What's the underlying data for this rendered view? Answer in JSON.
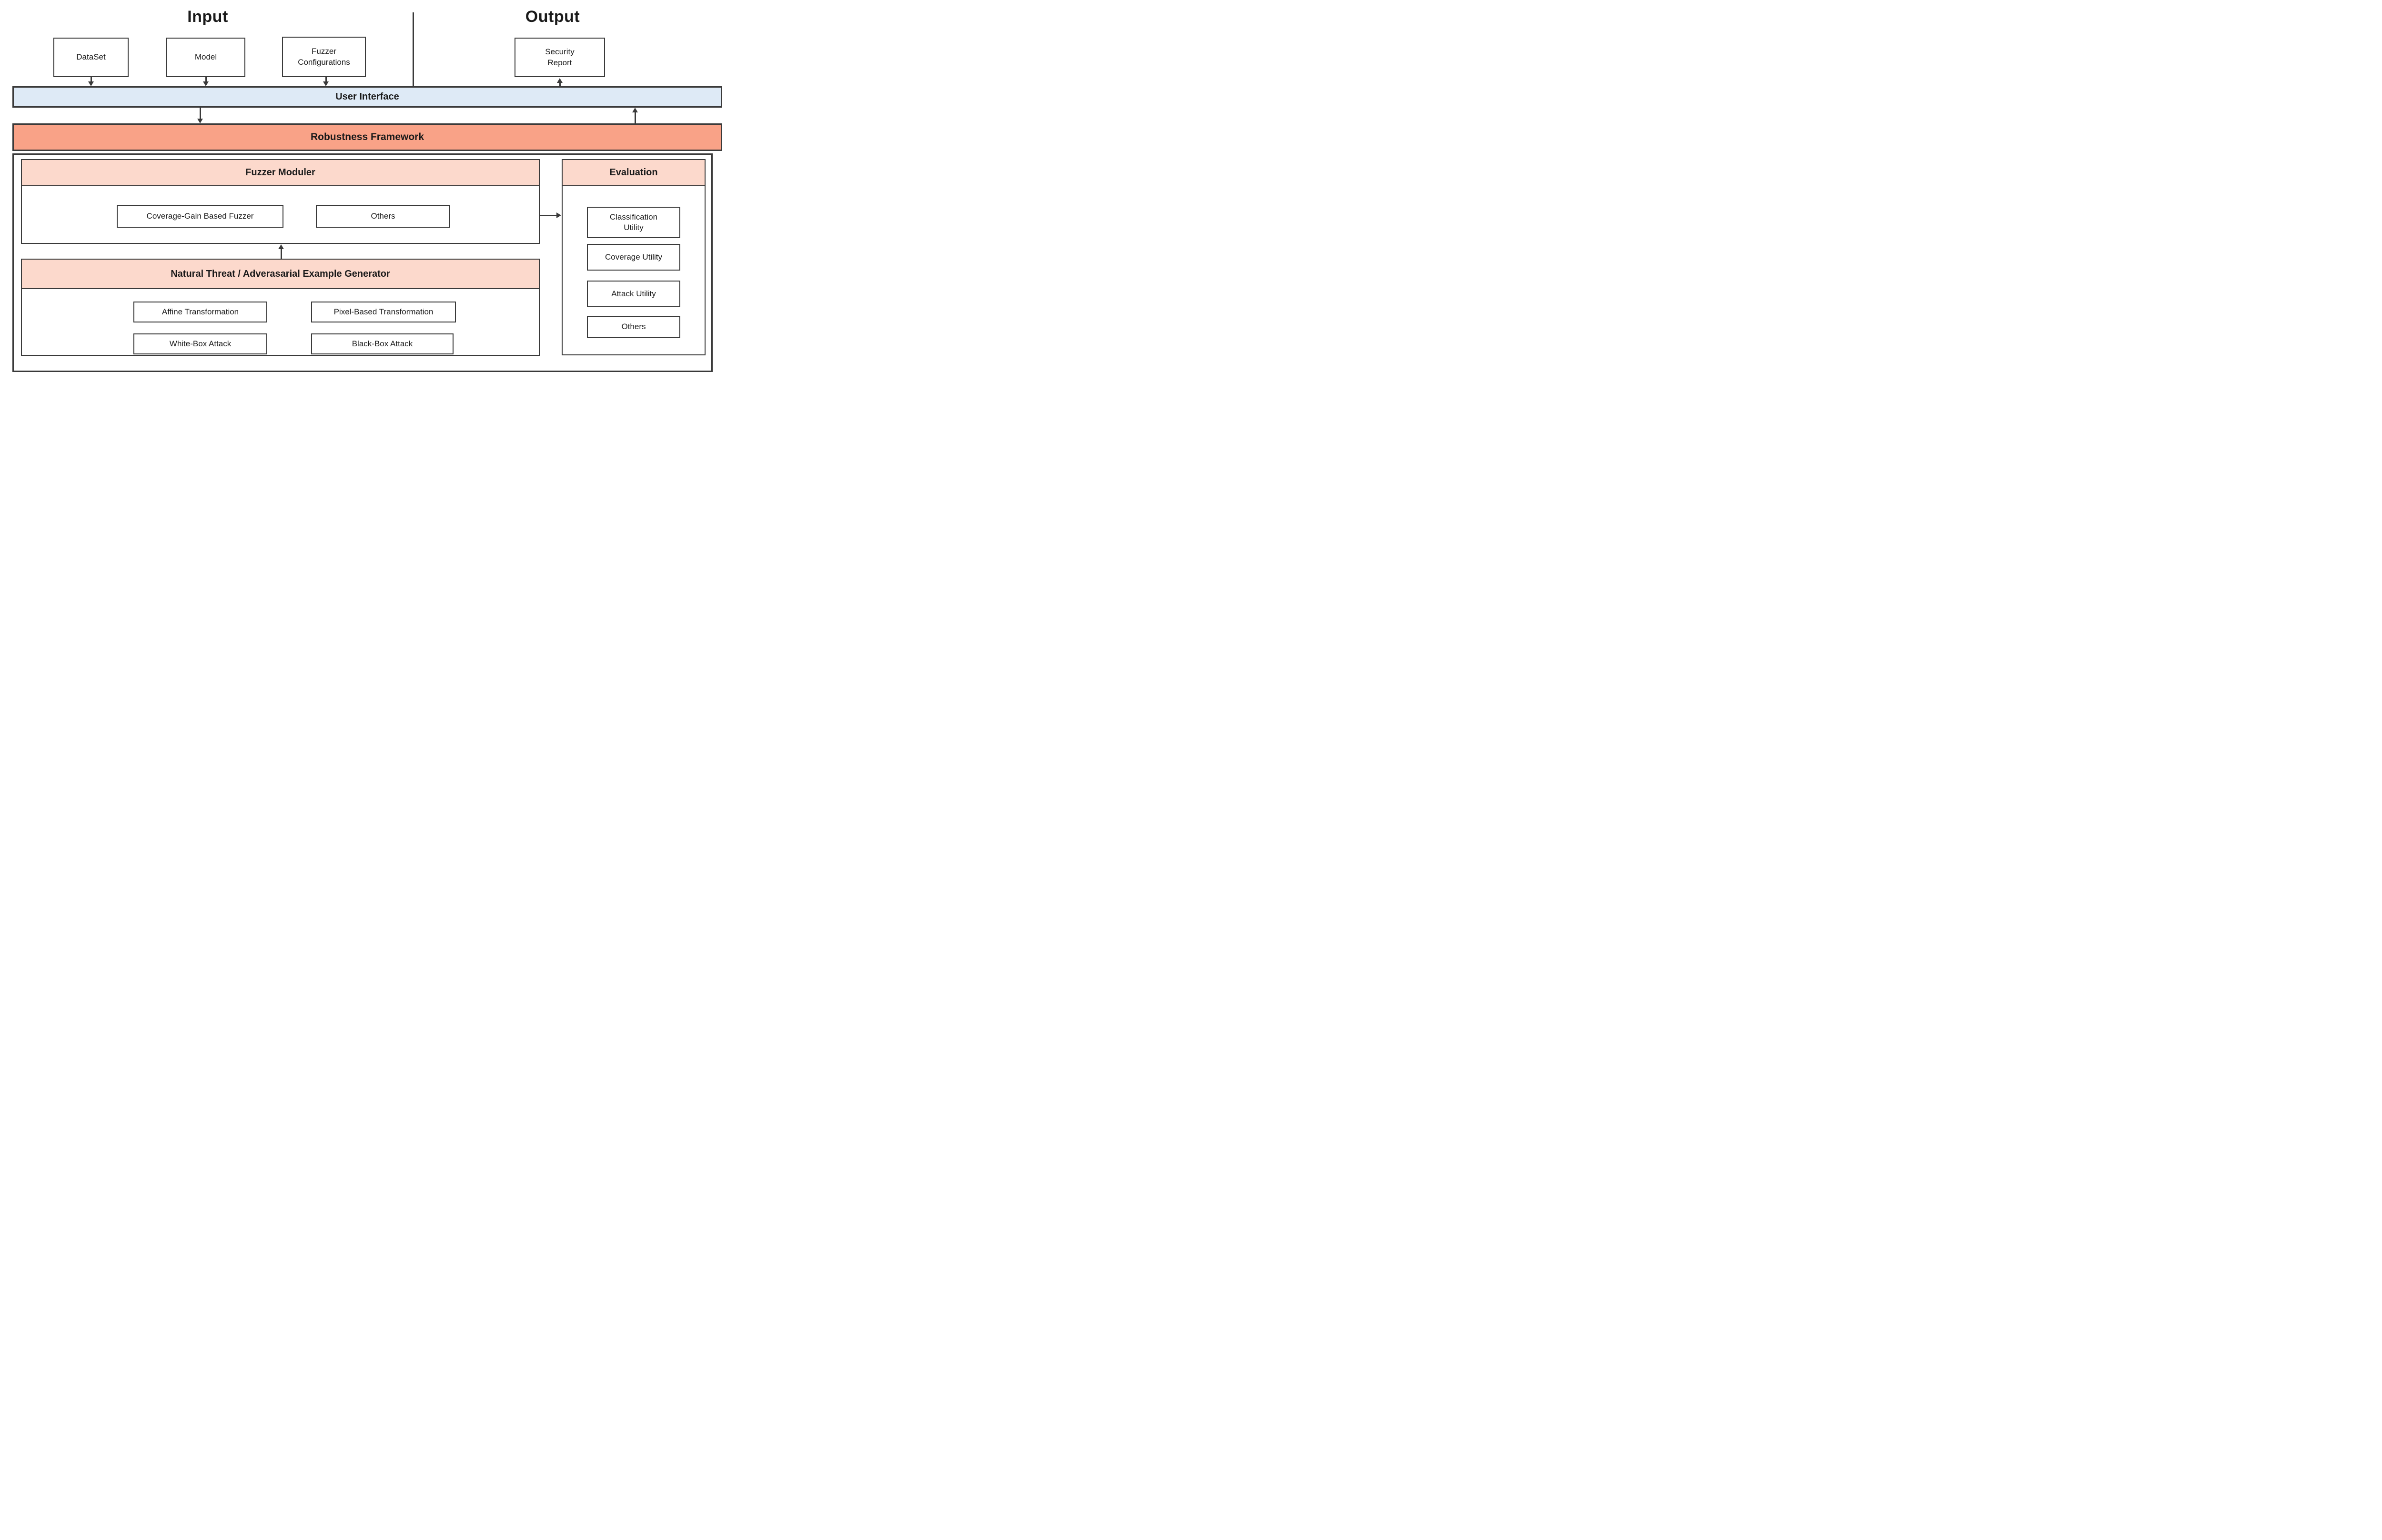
{
  "colors": {
    "user_interface_fill": "#deeaf6",
    "robustness_fill": "#f9a287",
    "section_header_fill": "#fcd9cc",
    "border": "#3a3a3a",
    "text": "#1a1a1a"
  },
  "titles": {
    "input": "Input",
    "output": "Output"
  },
  "input_boxes": {
    "dataset": "DataSet",
    "model": "Model",
    "fuzzer_config": "Fuzzer\nConfigurations"
  },
  "output_boxes": {
    "security_report": "Security\nReport"
  },
  "bars": {
    "user_interface": "User Interface",
    "robustness_framework": "Robustness Framework"
  },
  "sections": {
    "fuzzer_moduler": {
      "title": "Fuzzer Moduler",
      "items": [
        "Coverage-Gain Based Fuzzer",
        "Others"
      ]
    },
    "generator": {
      "title": "Natural Threat / Adverasarial Example Generator",
      "items": [
        "Affine Transformation",
        "Pixel-Based Transformation",
        "White-Box Attack",
        "Black-Box Attack"
      ]
    },
    "evaluation": {
      "title": "Evaluation",
      "items": [
        "Classification\nUtility",
        "Coverage Utility",
        "Attack Utility",
        "Others"
      ]
    }
  }
}
